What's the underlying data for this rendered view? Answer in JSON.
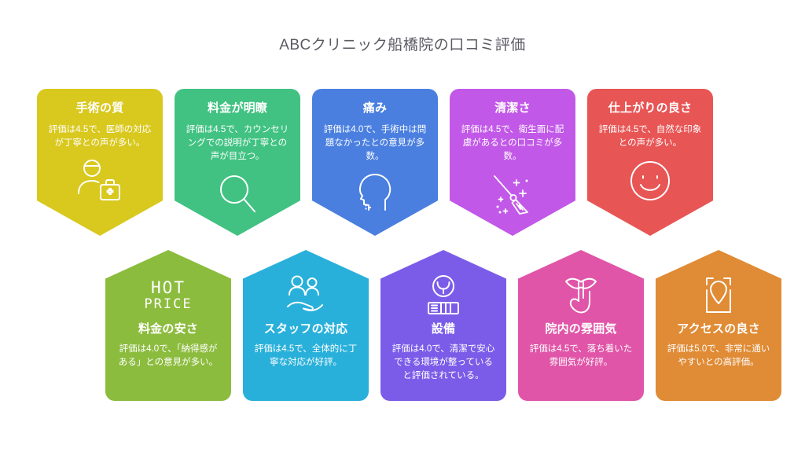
{
  "page": {
    "title": "ABCクリニック船橋院の口コミ評価",
    "background_color": "#ffffff",
    "title_color": "#5a5a63"
  },
  "cards": {
    "top_row": [
      {
        "title": "手術の質",
        "description": "評価は4.5で、医師の対応が丁寧との声が多い。",
        "rating": 4.5,
        "color": "#D9C81E",
        "icon": "doctor-medical-bag-icon"
      },
      {
        "title": "料金が明瞭",
        "description": "評価は4.5で、カウンセリングでの説明が丁寧との声が目立つ。",
        "rating": 4.5,
        "color": "#41C282",
        "icon": "magnifying-glass-icon"
      },
      {
        "title": "痛み",
        "description": "評価は4.0で、手術中は問題なかったとの意見が多数。",
        "rating": 4.0,
        "color": "#4A7FE0",
        "icon": "head-profile-icon"
      },
      {
        "title": "清潔さ",
        "description": "評価は4.5で、衛生面に配慮があるとの口コミが多数。",
        "rating": 4.5,
        "color": "#C258E8",
        "icon": "broom-sparkle-icon"
      },
      {
        "title": "仕上がりの良さ",
        "description": "評価は4.5で、自然な印象との声が多い。",
        "rating": 4.5,
        "color": "#E85555",
        "icon": "smiley-face-icon"
      }
    ],
    "bottom_row": [
      {
        "title": "料金の安さ",
        "description": "評価は4.0で、「納得感がある」との意見が多い。",
        "rating": 4.0,
        "color": "#8CBC3E",
        "icon": "hot-price-text-icon",
        "icon_text_line1": "HOT",
        "icon_text_line2": "PRICE"
      },
      {
        "title": "スタッフの対応",
        "description": "評価は4.5で、全体的に丁寧な対応が好評。",
        "rating": 4.5,
        "color": "#29B0DA",
        "icon": "people-on-hand-icon"
      },
      {
        "title": "設備",
        "description": "評価は4.0で、清潔で安心できる環境が整っていると評価されている。",
        "rating": 4.0,
        "color": "#7B5CE8",
        "icon": "dental-equipment-icon"
      },
      {
        "title": "院内の雰囲気",
        "description": "評価は4.5で、落ち着いた雰囲気が好評。",
        "rating": 4.5,
        "color": "#E055A8",
        "icon": "lips-pointing-finger-icon"
      },
      {
        "title": "アクセスの良さ",
        "description": "評価は5.0で、非常に通いやすいとの高評価。",
        "rating": 5.0,
        "color": "#E08B35",
        "icon": "map-pin-frame-icon"
      }
    ]
  }
}
